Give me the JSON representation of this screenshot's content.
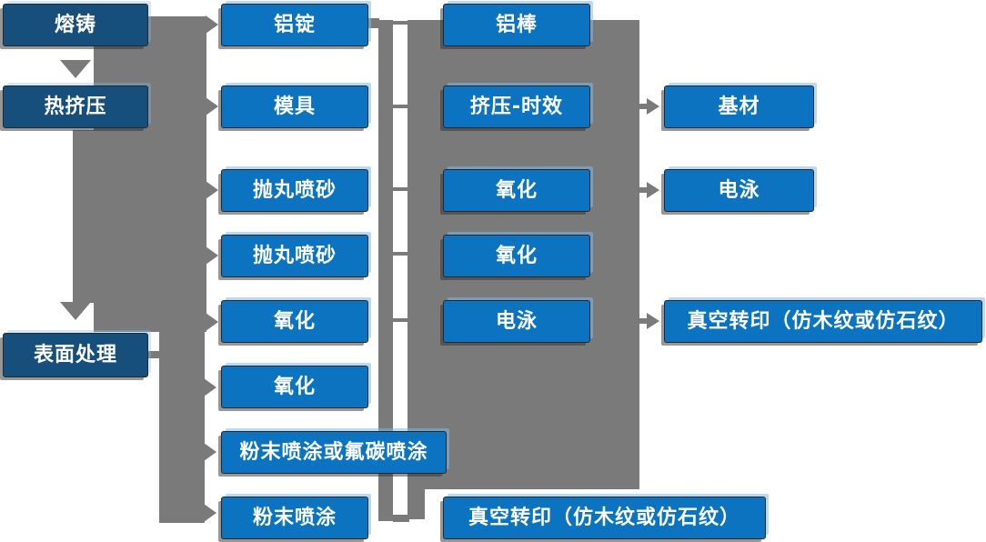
{
  "diagram": {
    "description": "Aluminum profile production process flowchart",
    "colors": {
      "process_box_blue": "#0b73bf",
      "stage_box_navy": "#164f7c",
      "connector_gray": "#7a7a7a",
      "box_text": "#ffffff"
    },
    "nodes": {
      "rongzhu": {
        "label": "熔铸"
      },
      "rejiya": {
        "label": "热挤压"
      },
      "biaomianchuli": {
        "label": "表面处理"
      },
      "lyuding": {
        "label": "铝锭"
      },
      "muju": {
        "label": "模具"
      },
      "paowan1": {
        "label": "抛丸喷砂"
      },
      "paowan2": {
        "label": "抛丸喷砂"
      },
      "yanghua_c2a": {
        "label": "氧化"
      },
      "yanghua_c2b": {
        "label": "氧化"
      },
      "fenmo_futan": {
        "label": "粉末喷涂或氟碳喷涂"
      },
      "fenmo": {
        "label": "粉末喷涂"
      },
      "lyubang": {
        "label": "铝棒"
      },
      "jiya_shixiao": {
        "label": "挤压-时效"
      },
      "yanghua_c3a": {
        "label": "氧化"
      },
      "yanghua_c3b": {
        "label": "氧化"
      },
      "dianyong_c3": {
        "label": "电泳"
      },
      "zhenkong_bottom": {
        "label": "真空转印（仿木纹或仿石纹）"
      },
      "jicai": {
        "label": "基材"
      },
      "dianyong_c4": {
        "label": "电泳"
      },
      "zhenkong_right": {
        "label": "真空转印（仿木纹或仿石纹）"
      }
    },
    "edges": [
      {
        "from": "rongzhu",
        "to": "rejiya"
      },
      {
        "from": "rejiya",
        "to": "biaomianchuli"
      },
      {
        "from": "rongzhu",
        "to": "lyuding"
      },
      {
        "from": "rejiya",
        "to": "muju"
      },
      {
        "from": "rejiya",
        "to": "paowan1"
      },
      {
        "from": "rejiya",
        "to": "paowan2"
      },
      {
        "from": "rejiya",
        "to": "yanghua_c2a"
      },
      {
        "from": "biaomianchuli",
        "to": "yanghua_c2b"
      },
      {
        "from": "biaomianchuli",
        "to": "fenmo_futan"
      },
      {
        "from": "biaomianchuli",
        "to": "fenmo"
      },
      {
        "from": "lyuding",
        "to": "lyubang"
      },
      {
        "from": "lyuding",
        "to": "jiya_shixiao"
      },
      {
        "from": "lyuding",
        "to": "yanghua_c3a"
      },
      {
        "from": "lyuding",
        "to": "yanghua_c3b"
      },
      {
        "from": "lyuding",
        "to": "dianyong_c3"
      },
      {
        "from": "jiya_shixiao",
        "to": "jicai"
      },
      {
        "from": "yanghua_c3a",
        "to": "dianyong_c4"
      },
      {
        "from": "dianyong_c3",
        "to": "zhenkong_right"
      },
      {
        "from": "fenmo",
        "to": "zhenkong_bottom"
      }
    ]
  }
}
